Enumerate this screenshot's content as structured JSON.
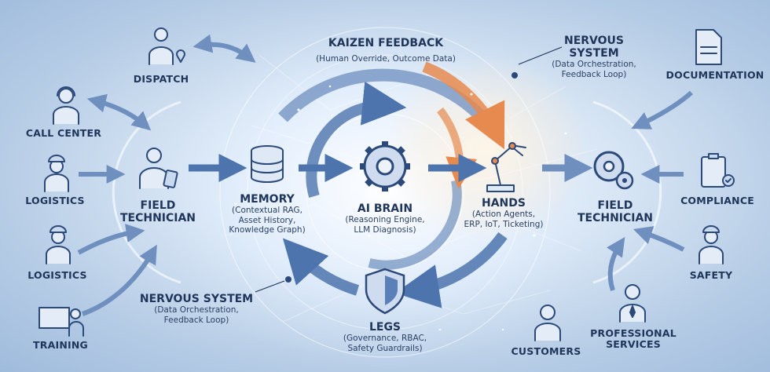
{
  "center": {
    "brain": {
      "title": "AI BRAIN",
      "sub": "(Reasoning Engine,\nLLM Diagnosis)"
    },
    "memory": {
      "title": "MEMORY",
      "sub": "(Contextual RAG,\nAsset History,\nKnowledge Graph)"
    },
    "hands": {
      "title": "HANDS",
      "sub": "(Action Agents,\nERP, IoT, Ticketing)"
    },
    "legs": {
      "title": "LEGS",
      "sub": "(Governance, RBAC,\nSafety Guardrails)"
    },
    "kaizen": {
      "title": "KAIZEN FEEDBACK",
      "sub": "(Human Override, Outcome Data)"
    },
    "nervous_top": {
      "title": "NERVOUS\nSYSTEM",
      "sub": "(Data Orchestration,\nFeedback Loop)"
    },
    "nervous_bottom": {
      "title": "NERVOUS SYSTEM",
      "sub": "(Data Orchestration,\nFeedback Loop)"
    }
  },
  "left": {
    "dispatch": "DISPATCH",
    "call_center": "CALL CENTER",
    "logistics_1": "LOGISTICS",
    "logistics_2": "LOGISTICS",
    "training": "TRAINING",
    "field_tech": "FIELD\nTECHNICIAN"
  },
  "right": {
    "documentation": "DOCUMENTATION",
    "compliance": "COMPLIANCE",
    "safety": "SAFETY",
    "customers": "CUSTOMERS",
    "professional_services": "PROFESSIONAL\nSERVICES",
    "field_tech": "FIELD\nTECHNICIAN"
  },
  "colors": {
    "arrow_blue": "#4d74ad",
    "arrow_orange": "#e68a4f",
    "text": "#1f3559"
  }
}
